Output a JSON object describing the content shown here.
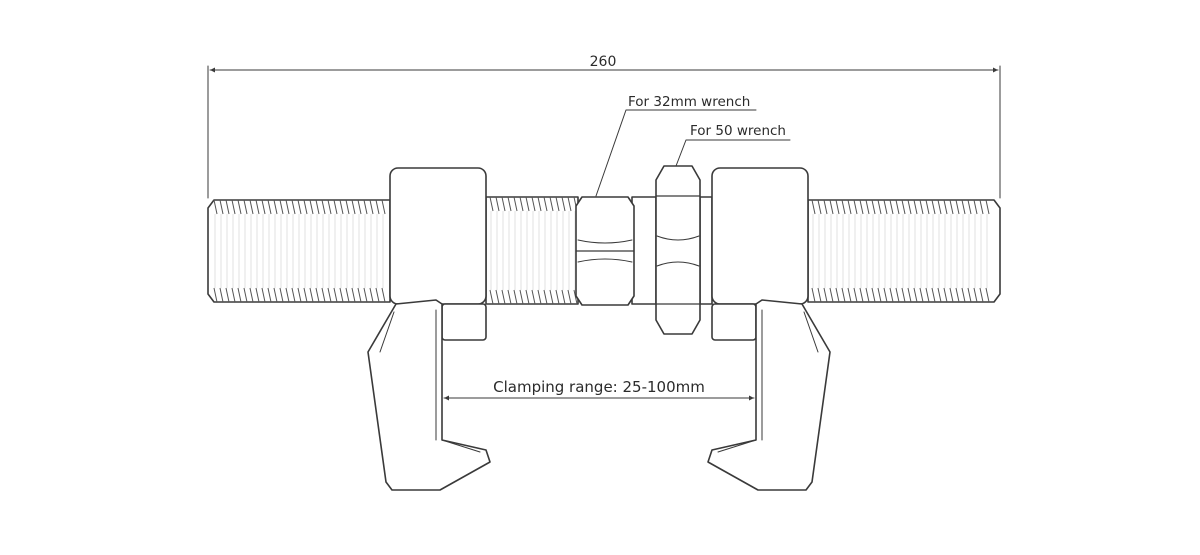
{
  "dimensions": {
    "overall_length": "260",
    "wrench_small": "For 32mm wrench",
    "wrench_large": "For 50 wrench",
    "clamping_range": "Clamping range: 25-100mm"
  },
  "colors": {
    "line": "#3a3a3a",
    "text": "#2b2b2b",
    "background": "#ffffff"
  }
}
